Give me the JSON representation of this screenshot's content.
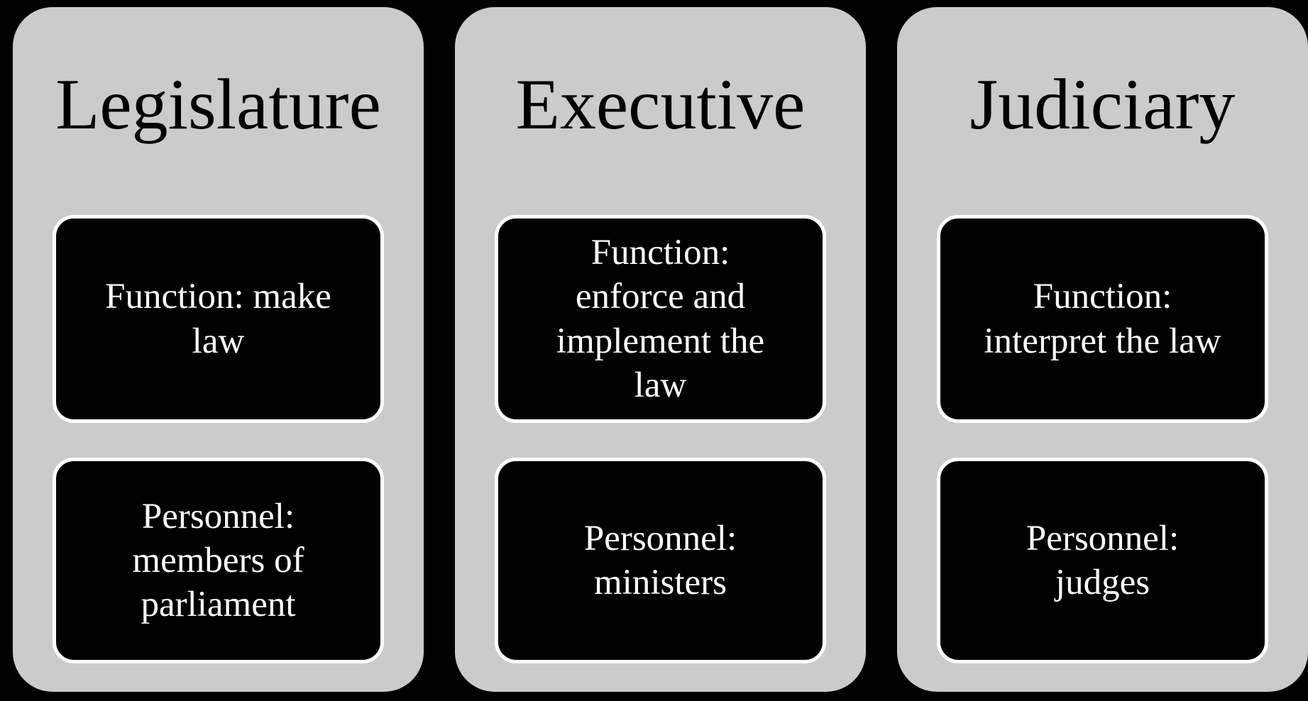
{
  "diagram": {
    "type": "three-branch separation of powers diagram",
    "colors": {
      "page_background": "#000000",
      "column_fill": "#cbcbcb",
      "box_fill": "#000000",
      "box_border": "#ffffff",
      "title_text": "#000000",
      "box_text": "#ffffff"
    },
    "columns": [
      {
        "title": "Legislature",
        "function_label": "Function: make law",
        "function_lines": [
          "Function: make",
          "law"
        ],
        "personnel_label": "Personnel: members of parliament",
        "personnel_lines": [
          "Personnel:",
          "members of",
          "parliament"
        ]
      },
      {
        "title": "Executive",
        "function_label": "Function: enforce and implement the law",
        "function_lines": [
          "Function:",
          "enforce and",
          "implement the",
          "law"
        ],
        "personnel_label": "Personnel: ministers",
        "personnel_lines": [
          "Personnel:",
          "ministers"
        ]
      },
      {
        "title": "Judiciary",
        "function_label": "Function: interpret the law",
        "function_lines": [
          "Function:",
          "interpret the law"
        ],
        "personnel_label": "Personnel: judges",
        "personnel_lines": [
          "Personnel:",
          "judges"
        ]
      }
    ]
  }
}
